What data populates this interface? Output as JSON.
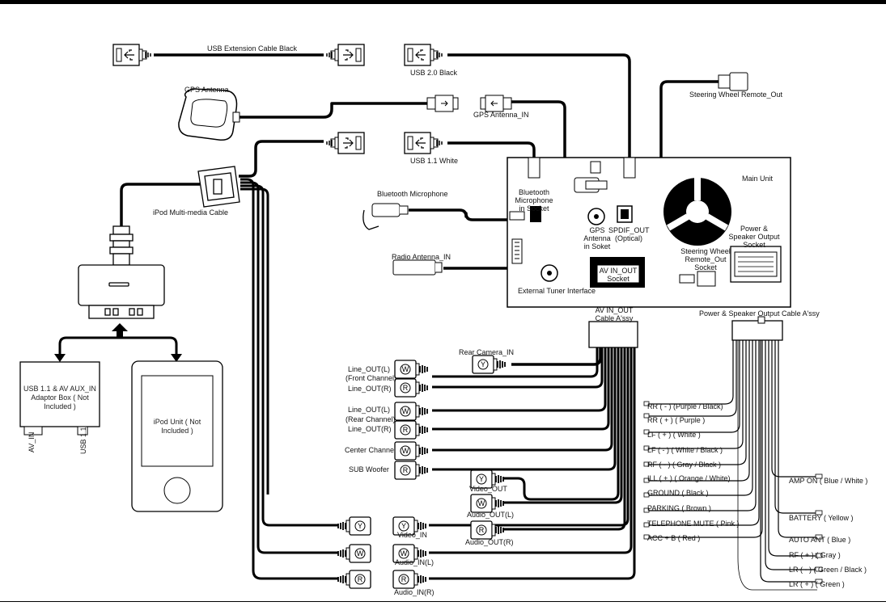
{
  "labels": {
    "usb_ext": "USB Extension Cable Black",
    "usb20": "USB 2.0 Black",
    "gps_antenna": "GPS Antenna",
    "gps_antenna_in": "GPS Antenna_IN",
    "steering_remote_out": "Steering Wheel Remote_Out",
    "usb11": "USB 1.1 White",
    "main_unit": "Main Unit",
    "bt_mic": "Bluetooth Microphone",
    "bt_mic_socket": "Bluetooth Microphone in Socket",
    "ipod_cable": "iPod Multi-media Cable",
    "gps_socket": "GPS Antenna in Soket",
    "spdif": "SPDIF_OUT (Optical)",
    "power_socket": "Power & Speaker Output Socket",
    "radio_antenna": "Radio Antenna_IN",
    "steering_socket": "Steering Wheel Remote_Out Socket",
    "av_socket_1": "AV IN_OUT",
    "av_socket_2": "Socket",
    "ext_tuner": "External Tuner Interface",
    "av_cable": "AV IN_OUT Cable A'ssy",
    "power_cable": "Power & Speaker Output Cable A'ssy",
    "rear_camera": "Rear Camera_IN",
    "line_out_l_front": "Line_OUT(L)",
    "front_channel": "(Front Channel)",
    "line_out_r_front": "Line_OUT(R)",
    "line_out_l_rear": "Line_OUT(L)",
    "rear_channel": "(Rear Channel)",
    "line_out_r_rear": "Line_OUT(R)",
    "center_channel": "Center Channel",
    "sub_woofer": "SUB Woofer",
    "video_out": "Video_OUT",
    "audio_out_l": "Audio_OUT(L)",
    "audio_out_r": "Audio_OUT(R)",
    "video_in": "Video_IN",
    "audio_in_l": "Audio_IN(L)",
    "audio_in_r": "Audio_IN(R)",
    "adaptor_box": "USB 1.1 & AV AUX_IN Adaptor Box ( Not Included )",
    "av_in": "AV_IN",
    "usb11_short": "USB 1.1",
    "ipod_unit": "iPod Unit ( Not Included )"
  },
  "wires_left": [
    "RR ( - ) (Purple / Black)",
    "RR ( + ) ( Purple )",
    "LF ( + ) ( White )",
    "LF ( - ) ( White / Black )",
    "RF ( - ) ( Gray / Black )",
    "ILL ( + ) ( Orange / White)",
    "GROUND ( Black )",
    "PARKING ( Brown )",
    "TELEPHONE MUTE ( Pink )",
    "ACC + B ( Red )"
  ],
  "wires_right": [
    "AMP ON ( Blue / White )",
    "BATTERY ( Yellow )",
    "AUTO ANT ( Blue )",
    "RF ( + ) ( Gray )",
    "LR ( - ) ( Green / Black )",
    "LR ( + ) ( Green )"
  ],
  "rca_letters": {
    "white": "W",
    "red": "R",
    "yellow": "Y"
  }
}
